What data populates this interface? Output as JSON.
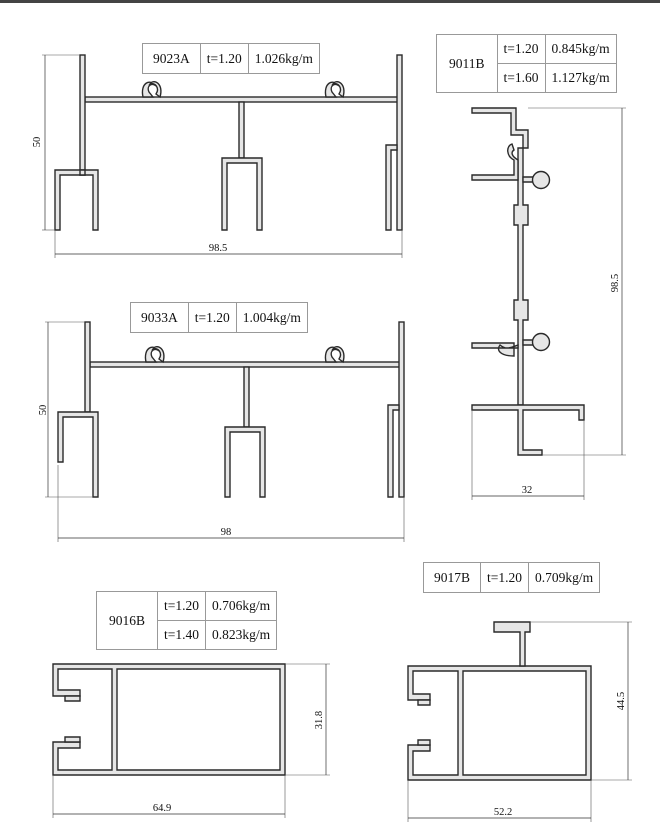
{
  "profiles": {
    "p9023A": {
      "code": "9023A",
      "t": "t=1.20",
      "weight": "1.026kg/m",
      "width": "98.5",
      "height": "50"
    },
    "p9033A": {
      "code": "9033A",
      "t": "t=1.20",
      "weight": "1.004kg/m",
      "width": "98",
      "height": "50"
    },
    "p9011B": {
      "code": "9011B",
      "rows": [
        {
          "t": "t=1.20",
          "weight": "0.845kg/m"
        },
        {
          "t": "t=1.60",
          "weight": "1.127kg/m"
        }
      ],
      "width": "32",
      "height": "98.5"
    },
    "p9016B": {
      "code": "9016B",
      "rows": [
        {
          "t": "t=1.20",
          "weight": "0.706kg/m"
        },
        {
          "t": "t=1.40",
          "weight": "0.823kg/m"
        }
      ],
      "width": "64.9",
      "height": "31.8"
    },
    "p9017B": {
      "code": "9017B",
      "t": "t=1.20",
      "weight": "0.709kg/m",
      "width": "52.2",
      "height": "44.5"
    }
  },
  "colors": {
    "profile_fill": "#e6e6e6",
    "outline": "#2a2a2a"
  }
}
